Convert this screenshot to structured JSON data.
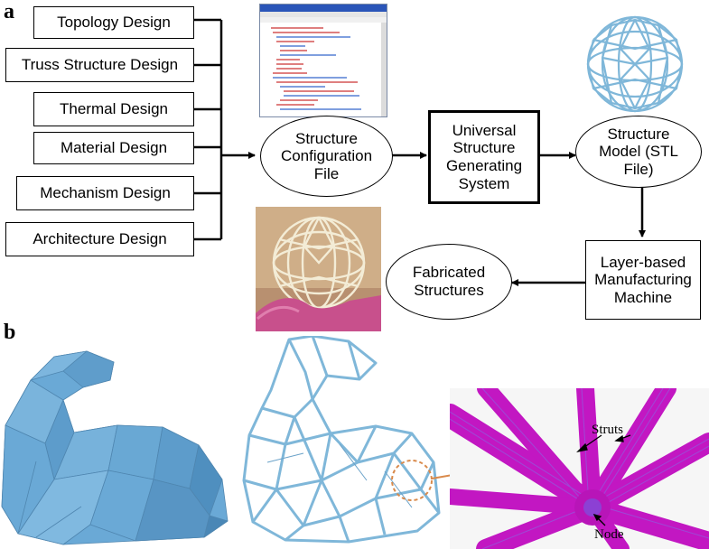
{
  "panel_a": {
    "label": "a",
    "inputs": [
      "Topology Design",
      "Truss Structure Design",
      "Thermal Design",
      "Material Design",
      "Mechanism Design",
      "Architecture Design"
    ],
    "config_file": "Structure\nConfiguration\nFile",
    "generator": "Universal\nStructure\nGenerating\nSystem",
    "model": "Structure\nModel (STL\nFile)",
    "machine": "Layer-based\nManufacturing\nMachine",
    "fabricated": "Fabricated\nStructures"
  },
  "panel_b": {
    "label": "b",
    "struts_label": "Struts",
    "node_label": "Node"
  },
  "colors": {
    "line": "#000000",
    "lattice_blue": "#7fb7d9",
    "solid_blue": "#6aa9d6",
    "magenta": "#d21ad2",
    "photo_bg": "#c9a57c",
    "arrow_orange": "#d98a4b"
  }
}
